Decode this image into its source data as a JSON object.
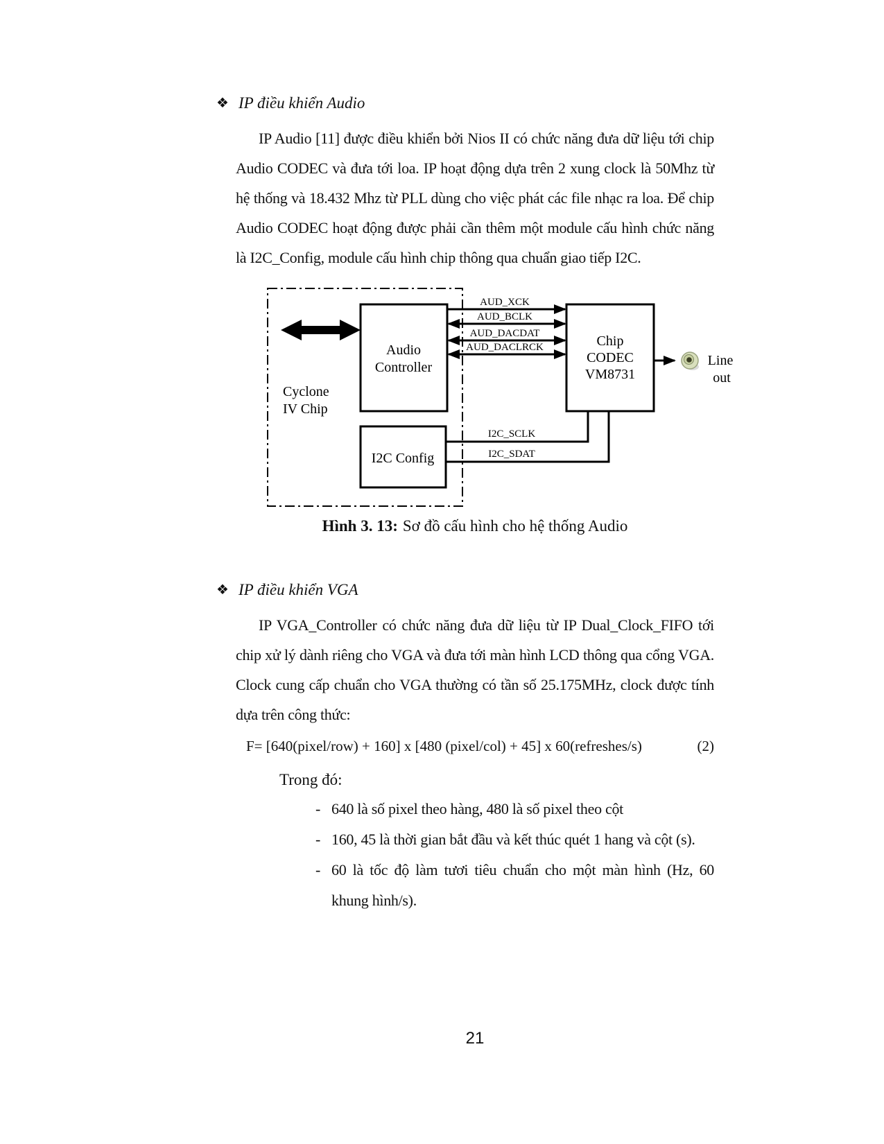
{
  "page": {
    "number": "21"
  },
  "sections": {
    "audio": {
      "bullet": "❖",
      "heading": "IP điều khiển Audio",
      "paragraph": "IP Audio [11] được điều khiển bởi Nios II có chức năng đưa dữ liệu tới chip Audio CODEC và đưa tới loa. IP hoạt động dựa trên 2 xung clock là 50Mhz từ hệ thống và 18.432 Mhz từ PLL dùng cho việc phát các file nhạc ra loa. Để chip Audio CODEC hoạt động được phải cần thêm một module cấu hình chức năng là I2C_Config, module cấu hình chip thông qua chuẩn giao tiếp I2C."
    },
    "vga": {
      "bullet": "❖",
      "heading": "IP điều khiển VGA",
      "paragraph": "IP VGA_Controller có chức năng đưa dữ liệu từ IP Dual_Clock_FIFO tới chip xử lý dành riêng cho VGA và đưa tới màn hình LCD thông qua cổng VGA. Clock cung cấp chuẩn cho VGA thường có tần số 25.175MHz, clock được tính dựa trên công thức:",
      "formula": "F= [640(pixel/row) + 160] x [480 (pixel/col) + 45] x 60(refreshes/s)",
      "formula_number": "(2)",
      "where_label": "Trong đó:",
      "item_marker": "-",
      "items": [
        "640 là số pixel theo hàng, 480 là số pixel theo cột",
        "160, 45 là thời gian bắt đầu và kết thúc quét 1 hang và cột (s).",
        "60 là tốc độ làm tươi tiêu chuẩn cho một màn hình (Hz, 60 khung hình/s)."
      ]
    }
  },
  "figure": {
    "caption_label": "Hình 3. 13:",
    "caption_text": "Sơ đồ cấu hình cho hệ thống Audio",
    "diagram": {
      "container_label_lines": {
        "0": "Cyclone",
        "1": "IV Chip"
      },
      "audio_controller_lines": {
        "0": "Audio",
        "1": "Controller"
      },
      "i2c_config_label": "I2C Config",
      "chip_codec_lines": {
        "0": "Chip",
        "1": "CODEC",
        "2": "VM8731"
      },
      "signals": {
        "0": "AUD_XCK",
        "1": "AUD_BCLK",
        "2": "AUD_DACDAT",
        "3": "AUD_DACLRCK"
      },
      "i2c_signals": {
        "0": "I2C_SCLK",
        "1": "I2C_SDAT"
      },
      "output_lines": {
        "0": "Line",
        "1": "out"
      },
      "line_color": "#000000",
      "jack_color": "#d9e0bd"
    }
  }
}
